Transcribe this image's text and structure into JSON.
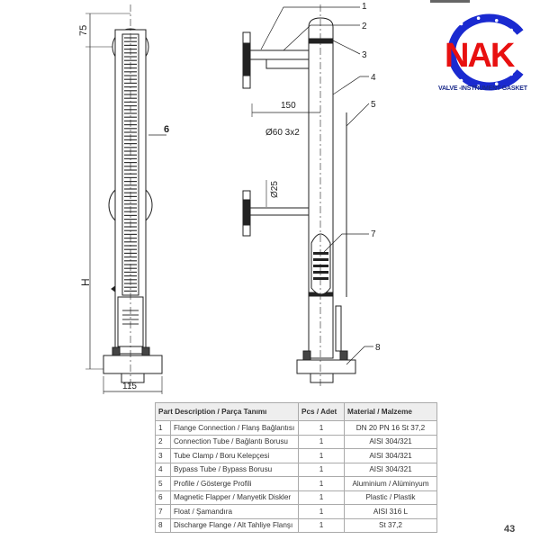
{
  "logo": {
    "text": "NAK",
    "tagline": "VALVE -INSTRUMENT-GASKET",
    "ring_color": "#1a2ad0",
    "text_color": "#e81010"
  },
  "drawing": {
    "dim_top": "75",
    "dim_height": "H",
    "dim_width": "115",
    "dim_offset": "150",
    "dim_pipe": "Ø60 3x2",
    "dim_tube": "Ø25",
    "callouts": [
      "1",
      "2",
      "3",
      "4",
      "5",
      "6",
      "7",
      "8"
    ]
  },
  "table": {
    "headers": {
      "description": "Part Description / Parça Tanımı",
      "pcs": "Pcs / Adet",
      "material": "Material / Malzeme"
    },
    "rows": [
      {
        "no": "1",
        "description": "Flange Connection / Flanş Bağlantısı",
        "pcs": "1",
        "material": "DN 20 PN 16 St 37,2"
      },
      {
        "no": "2",
        "description": "Connection Tube / Bağlantı Borusu",
        "pcs": "1",
        "material": "AISI 304/321"
      },
      {
        "no": "3",
        "description": "Tube Clamp / Boru Kelepçesi",
        "pcs": "1",
        "material": "AISI 304/321"
      },
      {
        "no": "4",
        "description": "Bypass Tube / Bypass Borusu",
        "pcs": "1",
        "material": "AISI 304/321"
      },
      {
        "no": "5",
        "description": "Profile / Gösterge Profili",
        "pcs": "1",
        "material": "Aluminium / Alüminyum"
      },
      {
        "no": "6",
        "description": "Magnetic Flapper / Manyetik Diskler",
        "pcs": "1",
        "material": "Plastic / Plastik"
      },
      {
        "no": "7",
        "description": "Float / Şamandıra",
        "pcs": "1",
        "material": "AISI 316 L"
      },
      {
        "no": "8",
        "description": "Discharge Flange / Alt Tahliye Flanşı",
        "pcs": "1",
        "material": "St 37,2"
      }
    ]
  },
  "page_number": "43"
}
